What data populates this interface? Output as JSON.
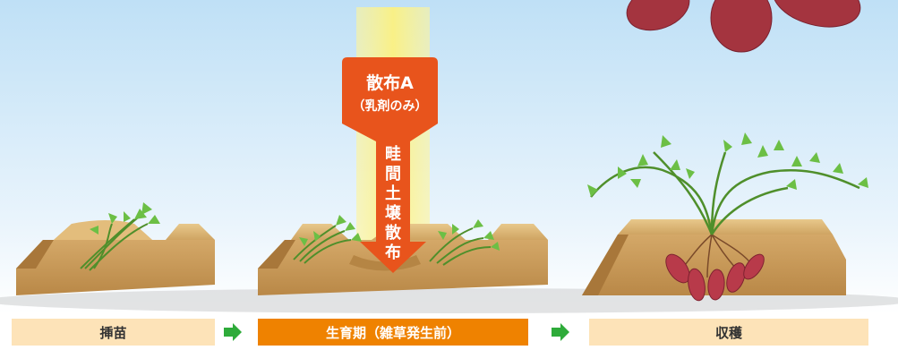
{
  "callout": {
    "title": "散布A",
    "subtitle": "（乳剤のみ）",
    "method_chars": [
      "畦",
      "間",
      "土",
      "壌",
      "散",
      "布"
    ]
  },
  "stages": [
    {
      "label": "挿苗",
      "active": false
    },
    {
      "label": "生育期（雑草発生前）",
      "active": true
    },
    {
      "label": "収穫",
      "active": false
    }
  ],
  "colors": {
    "callout_orange": "#e8541c",
    "active_stage": "#ef8200",
    "inactive_stage": "#fde3b8",
    "next_arrow": "#2eab3a",
    "soil": "#c99d5c",
    "leaf": "#5fae3c",
    "sweet_potato": "#b83a4a"
  },
  "icons": [
    "next-arrow-icon",
    "leaf-icon",
    "sweet-potato-icon"
  ]
}
